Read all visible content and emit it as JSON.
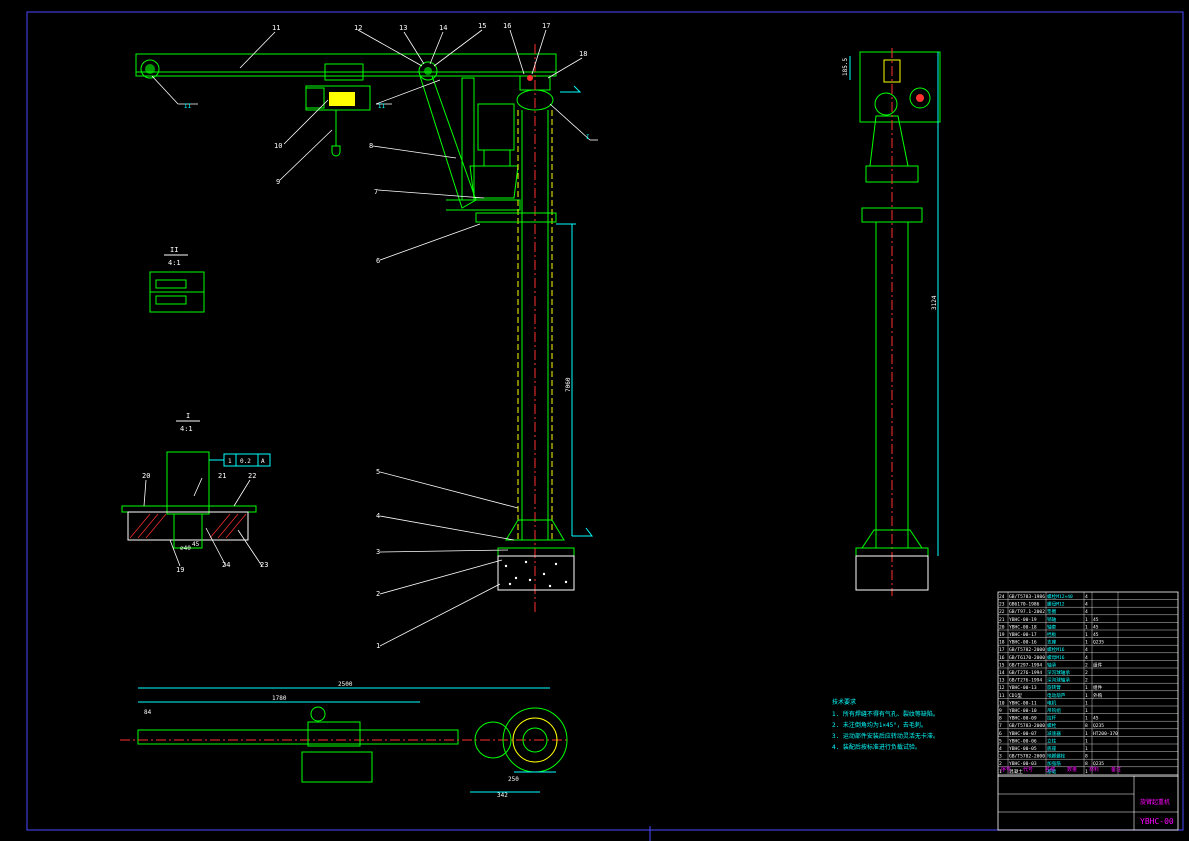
{
  "drawing": {
    "callouts": [
      "1",
      "2",
      "3",
      "4",
      "5",
      "6",
      "7",
      "8",
      "9",
      "10",
      "11",
      "12",
      "13",
      "14",
      "15",
      "16",
      "17",
      "18",
      "19",
      "20",
      "21",
      "22",
      "23",
      "24"
    ],
    "section_views": {
      "II_label": "II",
      "II_scale": "4:1",
      "I_label": "I",
      "I_scale": "4:1"
    },
    "dimensions": {
      "overall_span": "2500",
      "trolley_travel": "1780",
      "column_height": "7060",
      "side_height": "3124",
      "side_top": "185.5",
      "base_a": "250",
      "base_b": "342",
      "tol_left": "84",
      "tol_box": [
        "1",
        "0.2",
        "A"
      ],
      "detail_dims": [
        "∅40",
        "45"
      ]
    },
    "tech_notes": {
      "title": "技术要求",
      "items": [
        "1. 所有焊缝不得有气孔、裂纹等缺陷。",
        "2. 未注倒角均为1×45°，去毛刺。",
        "3. 运动部件安装后应转动灵活无卡滞。",
        "4. 装配后按标准进行负载试验。"
      ]
    },
    "bom": [
      {
        "no": "24",
        "code": "GB/T5783-1986",
        "name": "螺栓M12×40",
        "qty": "4",
        "mat": ""
      },
      {
        "no": "23",
        "code": "GB6170-1986",
        "name": "螺母M12",
        "qty": "4",
        "mat": ""
      },
      {
        "no": "22",
        "code": "GB/T97.1-2002",
        "name": "垫圈",
        "qty": "4",
        "mat": ""
      },
      {
        "no": "21",
        "code": "YBHC-00-19",
        "name": "销轴",
        "qty": "1",
        "mat": "45"
      },
      {
        "no": "20",
        "code": "YBHC-00-18",
        "name": "轴套",
        "qty": "1",
        "mat": "45"
      },
      {
        "no": "19",
        "code": "YBHC-00-17",
        "name": "挡板",
        "qty": "1",
        "mat": "45"
      },
      {
        "no": "18",
        "code": "YBHC-00-16",
        "name": "支座",
        "qty": "1",
        "mat": "Q235"
      },
      {
        "no": "17",
        "code": "GB/T5782-2000",
        "name": "螺栓M16",
        "qty": "4",
        "mat": ""
      },
      {
        "no": "16",
        "code": "GB/T6170-2000",
        "name": "螺母M16",
        "qty": "4",
        "mat": ""
      },
      {
        "no": "15",
        "code": "GB/T297-1994",
        "name": "轴承",
        "qty": "2",
        "mat": "组件"
      },
      {
        "no": "14",
        "code": "GB/T276-1994",
        "name": "深沟球轴承",
        "qty": "2",
        "mat": ""
      },
      {
        "no": "13",
        "code": "GB/T276-1994",
        "name": "深沟球轴承",
        "qty": "2",
        "mat": ""
      },
      {
        "no": "12",
        "code": "YBHC-00-13",
        "name": "旋转臂",
        "qty": "1",
        "mat": "组件"
      },
      {
        "no": "11",
        "code": "CD1型",
        "name": "电动葫芦",
        "qty": "1",
        "mat": "外购"
      },
      {
        "no": "10",
        "code": "YBHC-00-11",
        "name": "电机",
        "qty": "1",
        "mat": ""
      },
      {
        "no": "9",
        "code": "YBHC-00-10",
        "name": "吊钩组",
        "qty": "1",
        "mat": ""
      },
      {
        "no": "8",
        "code": "YBHC-00-09",
        "name": "拉杆",
        "qty": "1",
        "mat": "45"
      },
      {
        "no": "7",
        "code": "GB/T5783-2000",
        "name": "螺栓",
        "qty": "8",
        "mat": "Q235"
      },
      {
        "no": "6",
        "code": "YBHC-00-07",
        "name": "减速器",
        "qty": "1",
        "mat": "HT200-370"
      },
      {
        "no": "5",
        "code": "YBHC-00-06",
        "name": "立柱",
        "qty": "1",
        "mat": ""
      },
      {
        "no": "4",
        "code": "YBHC-00-05",
        "name": "底座",
        "qty": "1",
        "mat": ""
      },
      {
        "no": "3",
        "code": "GB/T5782-2000",
        "name": "地脚螺栓",
        "qty": "8",
        "mat": ""
      },
      {
        "no": "2",
        "code": "YBHC-00-03",
        "name": "加强筋",
        "qty": "8",
        "mat": "Q235"
      },
      {
        "no": "1",
        "code": "混凝土",
        "name": "基础",
        "qty": "1",
        "mat": ""
      }
    ],
    "title_block": {
      "drawing_name": "旋臂起重机",
      "drawing_number": "YBHC-00",
      "header_cols": [
        "序号",
        "代号",
        "名称",
        "数量",
        "材料",
        "备注"
      ]
    }
  }
}
